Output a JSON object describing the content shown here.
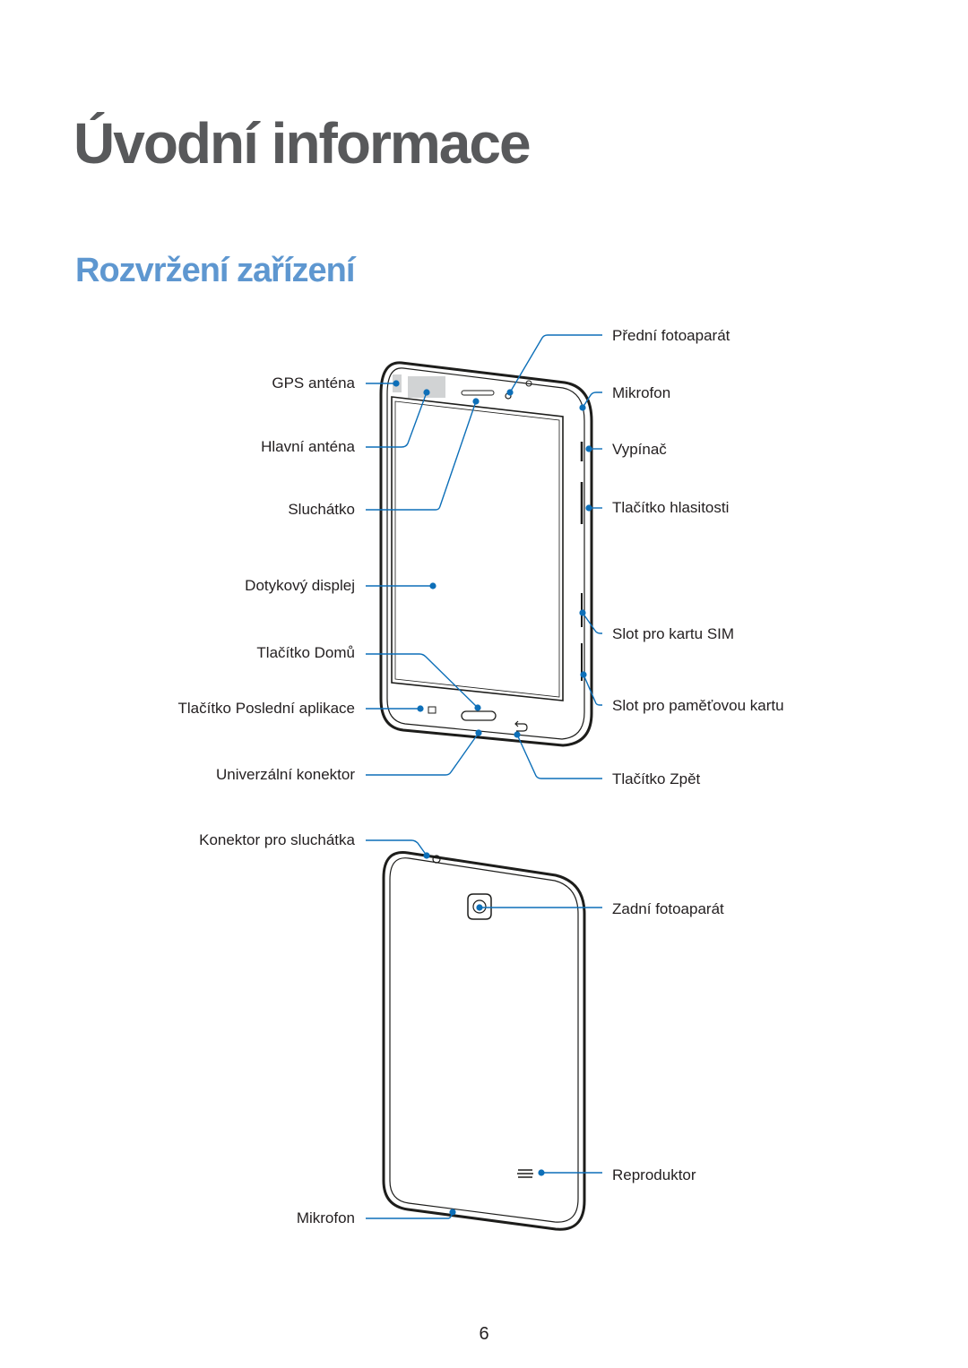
{
  "chapter_title": "Úvodní informace",
  "section_title": "Rozvržení zařízení",
  "accent_color": "#0d6fb8",
  "labels": {
    "front_camera": "Přední fotoaparát",
    "gps_antenna": "GPS anténa",
    "microphone_top": "Mikrofon",
    "main_antenna": "Hlavní anténa",
    "power_button": "Vypínač",
    "earpiece": "Sluchátko",
    "volume_button": "Tlačítko hlasitosti",
    "touchscreen": "Dotykový displej",
    "sim_slot": "Slot pro kartu SIM",
    "home_button": "Tlačítko Domů",
    "memory_card_slot": "Slot pro paměťovou kartu",
    "recent_apps_button": "Tlačítko Poslední aplikace",
    "multipurpose_jack": "Univerzální konektor",
    "back_button": "Tlačítko Zpět",
    "headset_jack": "Konektor pro sluchátka",
    "rear_camera": "Zadní fotoaparát",
    "speaker": "Reproduktor",
    "microphone_bottom": "Mikrofon"
  },
  "page_number": "6"
}
